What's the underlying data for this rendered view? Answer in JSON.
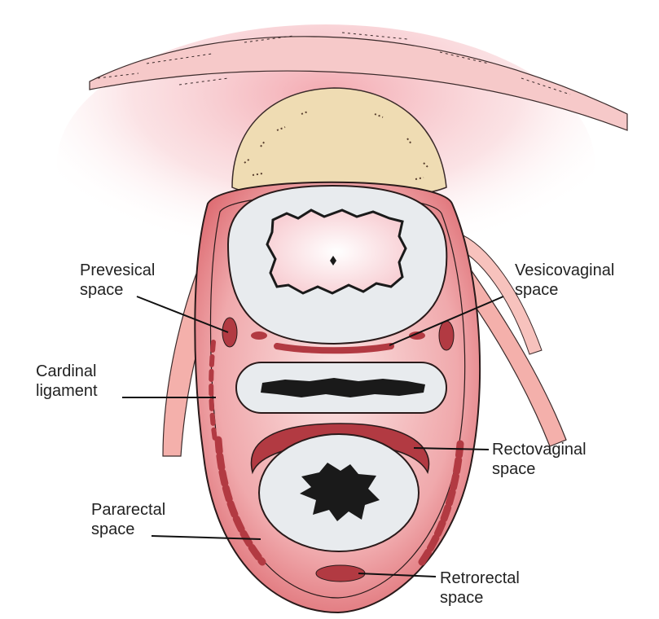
{
  "labels": {
    "prevesical": [
      "Prevesical",
      "space"
    ],
    "vesicovaginal": [
      "Vesicovaginal",
      "space"
    ],
    "cardinal": [
      "Cardinal",
      "ligament"
    ],
    "rectovaginal": [
      "Rectovaginal",
      "space"
    ],
    "pararectal": [
      "Pararectal",
      "space"
    ],
    "retrorectal": [
      "Retrorectal",
      "space"
    ]
  },
  "colors": {
    "outline": "#2a1a1a",
    "pelvic_pink": "#f4b8b8",
    "fascia_red": "#d8585e",
    "fascia_dark": "#b23a42",
    "bone": "#ecd9b0",
    "lumen_grey": "#e8ebee",
    "mucosa_pink": "#fde8ea",
    "dark": "#1a1a1a"
  }
}
